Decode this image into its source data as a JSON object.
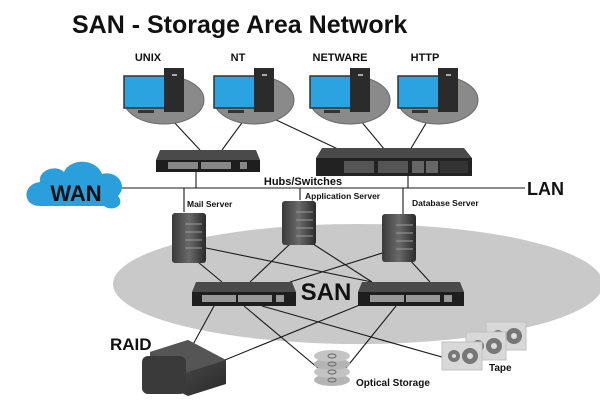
{
  "title": "SAN - Storage Area Network",
  "clients": [
    {
      "label": "UNIX"
    },
    {
      "label": "NT"
    },
    {
      "label": "NETWARE"
    },
    {
      "label": "HTTP"
    }
  ],
  "network": {
    "hubs_label": "Hubs/Switches",
    "wan_label": "WAN",
    "lan_label": "LAN",
    "san_label": "SAN"
  },
  "servers": [
    {
      "label": "Mail Server"
    },
    {
      "label": "Application Server"
    },
    {
      "label": "Database Server"
    }
  ],
  "storage": {
    "raid_label": "RAID",
    "optical_label": "Optical Storage",
    "tape_label": "Tape"
  },
  "colors": {
    "screen": "#2aa3e0",
    "wan_cloud": "#2a9fdc",
    "san_ellipse": "#c9c9c9",
    "client_disc": "#8a8a8a",
    "device": "#2b2b2b"
  }
}
